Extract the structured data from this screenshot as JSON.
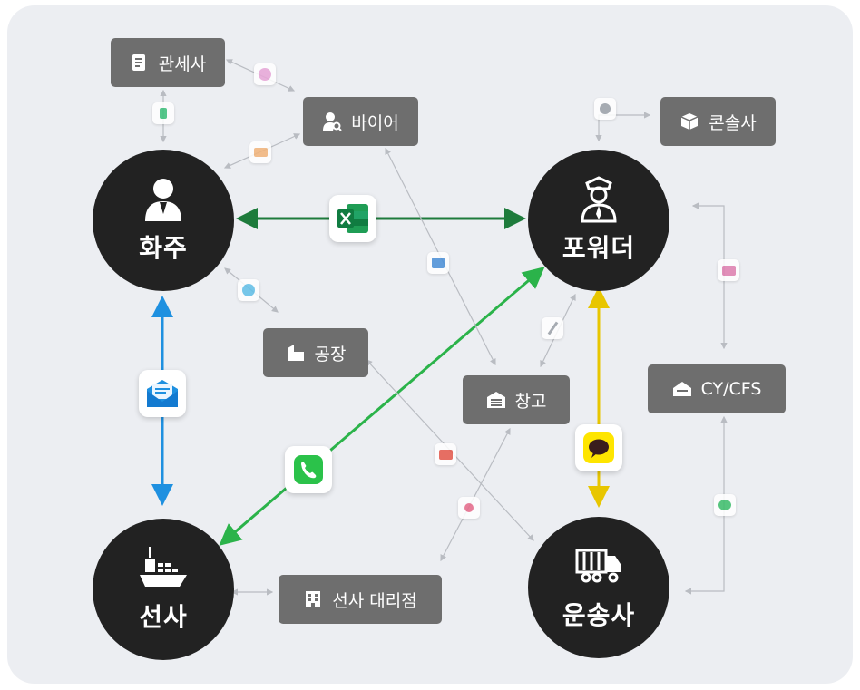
{
  "hubs": {
    "shipper": "화주",
    "forwarder": "포워더",
    "carrier": "선사",
    "trucker": "운송사"
  },
  "nodes": {
    "customs": "관세사",
    "buyer": "바이어",
    "consol": "콘솔사",
    "factory": "공장",
    "warehouse": "창고",
    "cycfs": "CY/CFS",
    "agent": "선사 대리점"
  },
  "channels": {
    "shipper_forwarder": "excel-icon",
    "shipper_carrier": "email-icon",
    "carrier_forwarder": "phone-icon",
    "forwarder_trucker": "kakaotalk-icon"
  },
  "colors": {
    "hub": "#222222",
    "node": "#6e6e6e",
    "background": "#eceef2",
    "excel_link": "#1e7b3c",
    "email_link": "#1e90e0",
    "phone_link": "#2bb34a",
    "kakao_link": "#e8c600",
    "minor_link": "#b9bcc2"
  }
}
